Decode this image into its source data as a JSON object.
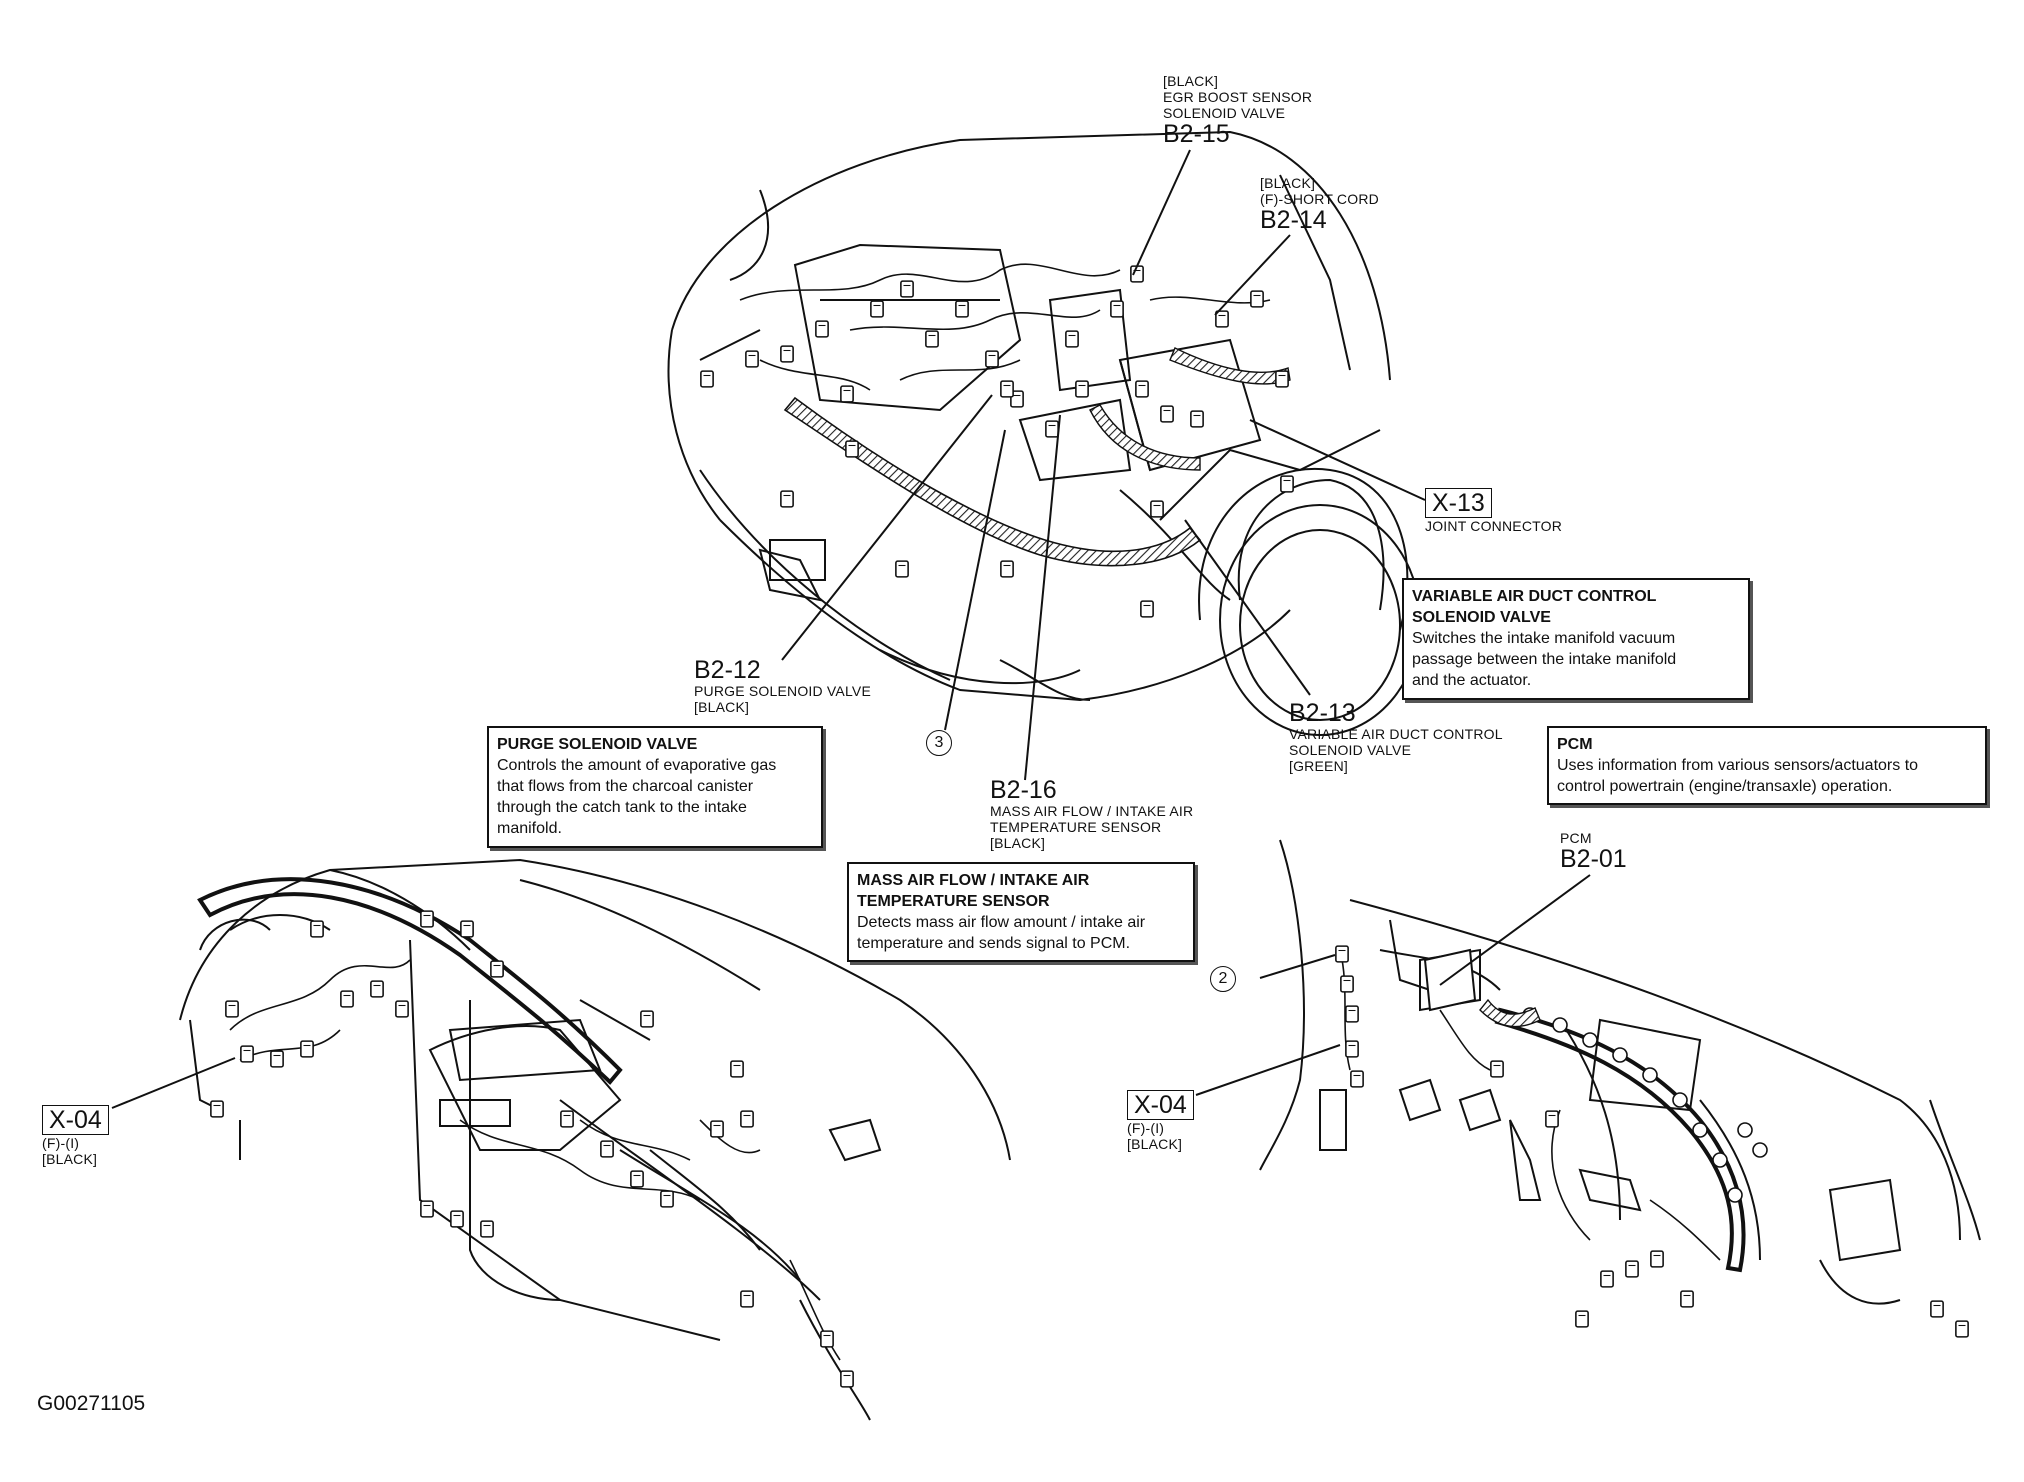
{
  "figure_id": "G00271105",
  "labels": {
    "b2_15": {
      "tag": "[BLACK]",
      "desc1": "EGR BOOST SENSOR",
      "desc2": "SOLENOID VALVE",
      "code": "B2-15"
    },
    "b2_14": {
      "tag": "[BLACK]",
      "desc": "(F)-SHORT CORD",
      "code": "B2-14"
    },
    "x_13": {
      "code": "X-13",
      "desc": "JOINT CONNECTOR"
    },
    "b2_12": {
      "code": "B2-12",
      "desc": "PURGE SOLENOID VALVE",
      "tag": "[BLACK]"
    },
    "b2_13": {
      "code": "B2-13",
      "desc1": "VARIABLE AIR DUCT CONTROL",
      "desc2": "SOLENOID VALVE",
      "tag": "[GREEN]"
    },
    "b2_16": {
      "code": "B2-16",
      "desc1": "MASS AIR FLOW / INTAKE AIR",
      "desc2": "TEMPERATURE SENSOR",
      "tag": "[BLACK]"
    },
    "b2_01": {
      "desc": "PCM",
      "code": "B2-01"
    },
    "x_04_left": {
      "code": "X-04",
      "desc": "(F)-(I)",
      "tag": "[BLACK]"
    },
    "x_04_right": {
      "code": "X-04",
      "desc": "(F)-(I)",
      "tag": "[BLACK]"
    },
    "circle_3": "3",
    "circle_2": "2"
  },
  "callouts": {
    "purge": {
      "title": "PURGE SOLENOID VALVE",
      "lines": [
        "Controls the amount of evaporative gas",
        "that flows from the charcoal canister",
        "through the catch tank to the intake",
        "manifold."
      ]
    },
    "vad": {
      "title1": "VARIABLE AIR DUCT CONTROL",
      "title2": "SOLENOID VALVE",
      "lines": [
        "Switches the intake manifold vacuum",
        "passage between the intake manifold",
        "and the actuator."
      ]
    },
    "pcm": {
      "title": "PCM",
      "lines": [
        "Uses information from various sensors/actuators to",
        "control powertrain (engine/transaxle) operation."
      ]
    },
    "maf": {
      "title1": "MASS AIR FLOW / INTAKE AIR",
      "title2": "TEMPERATURE SENSOR",
      "lines": [
        "Detects mass air flow amount / intake air",
        "temperature and sends signal to PCM."
      ]
    }
  }
}
